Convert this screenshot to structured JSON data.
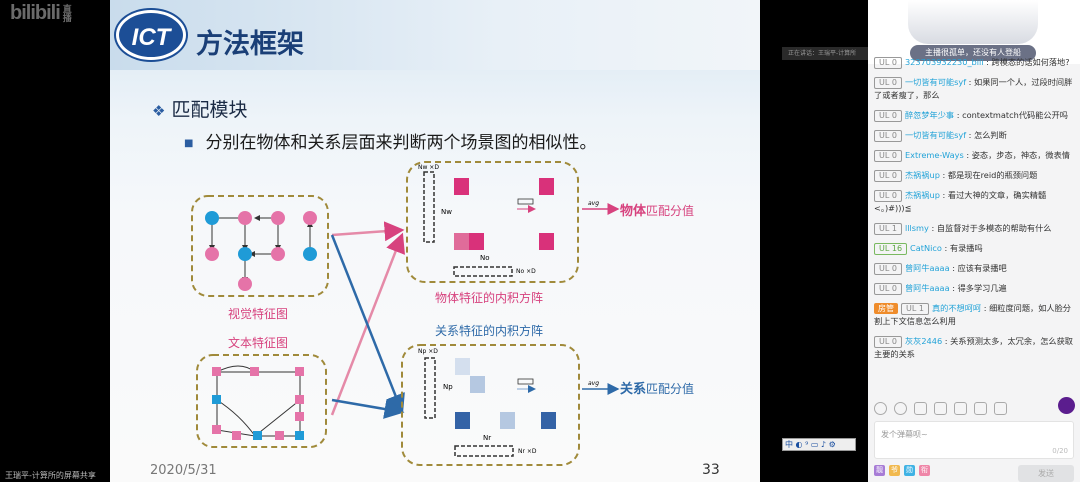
{
  "brand": {
    "logo": "bilibili",
    "logo_sub": "直播"
  },
  "overlay": {
    "speaking": "正在讲话：王瑞平-计算所",
    "share_label": "王瑞平-计算所的屏幕共享",
    "tray": "中 ◐ ⁹ ▭ ♪ ⚙"
  },
  "slide": {
    "logo": "ICT",
    "title": "方法框架",
    "section": "匹配模块",
    "bullet": "分别在物体和关系层面来判断两个场景图的相似性。",
    "date": "2020/5/31",
    "page": "33",
    "diagram": {
      "visual_graph": "视觉特征图",
      "text_graph": "文本特征图",
      "object_matrix_caption": "物体特征的内积方阵",
      "relation_matrix_caption": "关系特征的内积方阵",
      "object_score_bold": "物体",
      "relation_score_bold": "关系",
      "score_suffix": "匹配分值",
      "avg": "avg",
      "nw_d": "Nw ×D",
      "nw": "Nw",
      "no": "No",
      "no_d": "No ×D",
      "np_d": "Np ×D",
      "np": "Np",
      "nr": "Nr",
      "nr_d": "Nr ×D"
    }
  },
  "chat": {
    "banner": "主播很孤单，还没有人登船",
    "messages": [
      {
        "level": "UL 0",
        "user": "323703932230_bili",
        "text": "跨模态的话如何落地?"
      },
      {
        "level": "UL 0",
        "user": "一切皆有可能syf",
        "text": "如果同一个人，过段时间胖了或者瘦了，那么"
      },
      {
        "level": "UL 0",
        "user": "醉忽梦年少事",
        "text": "contextmatch代码能公开吗"
      },
      {
        "level": "UL 0",
        "user": "一切皆有可能syf",
        "text": "怎么判断"
      },
      {
        "level": "UL 0",
        "user": "Extreme-Ways",
        "text": "姿态，步态，神态，微表情"
      },
      {
        "level": "UL 0",
        "user": "杰祸祸up",
        "text": "都是现在reid的瓶颈问题"
      },
      {
        "level": "UL 0",
        "user": "杰祸祸up",
        "text": "看过大神的文章，确实精髓<。)#)))≦"
      },
      {
        "level": "UL 1",
        "user": "lllsmy",
        "text": "自监督对于多模态的帮助有什么"
      },
      {
        "level": "UL 16",
        "user": "CatNico",
        "text": "有录播吗",
        "green": true
      },
      {
        "level": "UL 0",
        "user": "曾阿牛aaaa",
        "text": "应该有录播吧"
      },
      {
        "level": "UL 0",
        "user": "曾阿牛aaaa",
        "text": "得多学习几遍"
      },
      {
        "tag": "房管",
        "level": "UL 1",
        "user": "真的不想呵呵",
        "text": "细粒度问题，如人脸分割上下文信息怎么利用"
      },
      {
        "level": "UL 0",
        "user": "灰灰2446",
        "text": "关系预测太多，太冗余，怎么获取主要的关系"
      }
    ],
    "input_placeholder": "发个弹幕呗~",
    "counter": "0/20",
    "send": "发送",
    "quick": [
      "靓",
      "爷",
      "勋",
      "衔"
    ],
    "colors": {
      "accent": "#23a3d8",
      "admin": "#ef8c2b"
    }
  }
}
